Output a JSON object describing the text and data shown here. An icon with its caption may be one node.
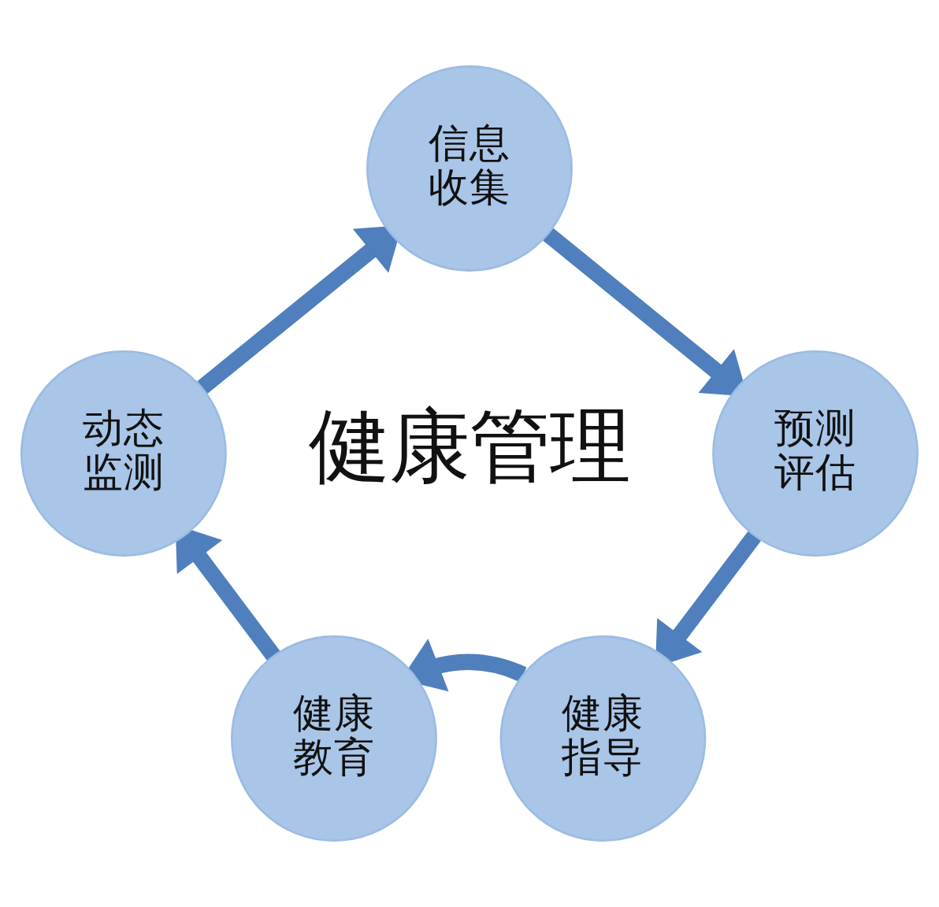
{
  "diagram": {
    "nodes": [
      {
        "text": [
          "信息收集"
        ]
      },
      {
        "text": [
          "预测评估"
        ]
      },
      {
        "text": [
          "健康指导"
        ]
      },
      {
        "text": [
          "健康教育"
        ]
      },
      {
        "text": [
          "动态监测"
        ]
      }
    ],
    "edges": [
      {
        "from": 0,
        "to": 1,
        "arrow": "to"
      },
      {
        "from": 1,
        "to": 2,
        "arrow": "to"
      },
      {
        "from": 2,
        "to": 3,
        "arrow": "to"
      },
      {
        "from": 3,
        "to": 4,
        "arrow": "to"
      },
      {
        "from": 4,
        "to": 0,
        "arrow": "to"
      }
    ],
    "labels": [
      "健康管理"
    ]
  }
}
